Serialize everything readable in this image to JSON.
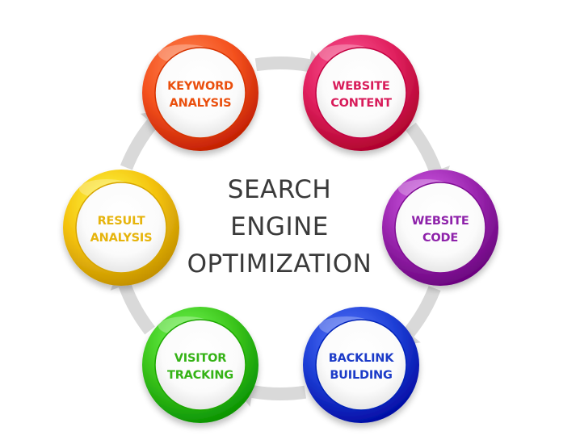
{
  "center_title": {
    "line1": "SEARCH",
    "line2": "ENGINE",
    "line3": "OPTIMIZATION"
  },
  "nodes": [
    {
      "id": "keyword-analysis",
      "line1": "KEYWORD",
      "line2": "ANALYSIS",
      "color": "#f4511e",
      "text_color": "#ea4f0f"
    },
    {
      "id": "website-content",
      "line1": "WEBSITE",
      "line2": "CONTENT",
      "color": "#e0205e",
      "text_color": "#d81b5a"
    },
    {
      "id": "website-code",
      "line1": "WEBSITE",
      "line2": "CODE",
      "color": "#9c27b0",
      "text_color": "#8e24aa"
    },
    {
      "id": "backlink-building",
      "line1": "BACKLINK",
      "line2": "BUILDING",
      "color": "#1e3fd6",
      "text_color": "#1a3ac8"
    },
    {
      "id": "visitor-tracking",
      "line1": "VISITOR",
      "line2": "TRACKING",
      "color": "#3cc51c",
      "text_color": "#36b318"
    },
    {
      "id": "result-analysis",
      "line1": "RESULT",
      "line2": "ANALYSIS",
      "color": "#f4c20d",
      "text_color": "#e6b40a"
    }
  ],
  "arrow_color": "#d9d9d9"
}
